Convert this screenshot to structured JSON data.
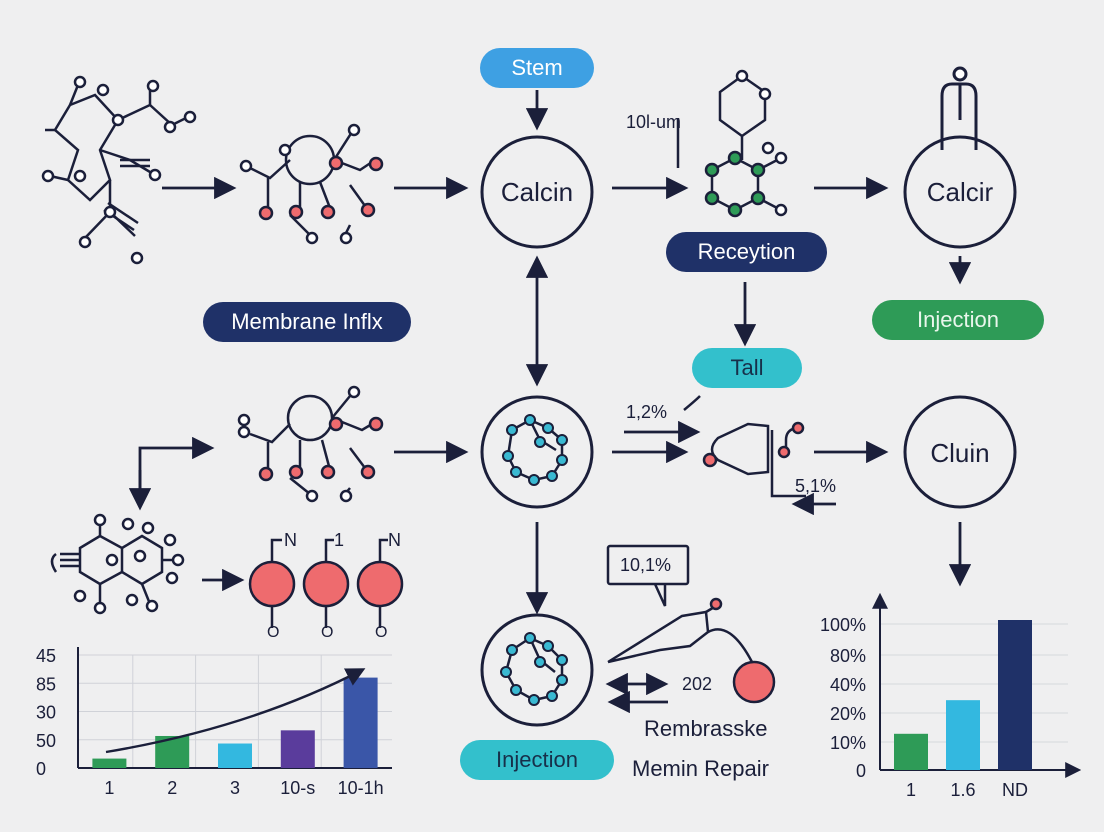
{
  "nodes": {
    "calcin": "Calcin",
    "calcir": "Calcir",
    "cluin": "Cluin"
  },
  "pills": {
    "stem": "Stem",
    "membrane": "Membrane Inflx",
    "receyption": "Receytion",
    "injection_top": "Injection",
    "tall": "Tall",
    "injection_bottom": "Injection"
  },
  "annotations": {
    "scale": "10l-um",
    "pct_a": "1,2%",
    "pct_b": "5,1%",
    "callout": "10,1%",
    "n_left": "N",
    "n_mid": "1",
    "n_right": "N",
    "o_left": "O",
    "o_mid": "O",
    "o_right": "O",
    "arrow_value": "202",
    "rembrasske": "Rembrasske",
    "memin_repair": "Memin Repair"
  },
  "colors": {
    "navy": "#1f3168",
    "blue": "#3ea0e3",
    "teal": "#33c0cc",
    "green": "#2e9b57",
    "red": "#ee6b6e",
    "ink": "#1b1f3a"
  },
  "chart_data": [
    {
      "type": "bar",
      "categories": [
        "1",
        "2",
        "3",
        "10-s",
        "10-1h"
      ],
      "y_tick_labels": [
        "0",
        "50",
        "30",
        "85",
        "45"
      ],
      "values": [
        5,
        17,
        13,
        20,
        48
      ],
      "bar_colors": [
        "#2e9b57",
        "#2e9b57",
        "#33b8e0",
        "#5a3c9c",
        "#3a56a8"
      ],
      "trend_line": true,
      "grid": true
    },
    {
      "type": "bar",
      "categories": [
        "1",
        "1.6",
        "ND"
      ],
      "y_tick_labels": [
        "0",
        "10%",
        "20%",
        "40%",
        "80%",
        "100%"
      ],
      "values": [
        14,
        27,
        58
      ],
      "bar_colors": [
        "#2e9b57",
        "#33b8e0",
        "#1f3168"
      ],
      "grid": true
    }
  ]
}
